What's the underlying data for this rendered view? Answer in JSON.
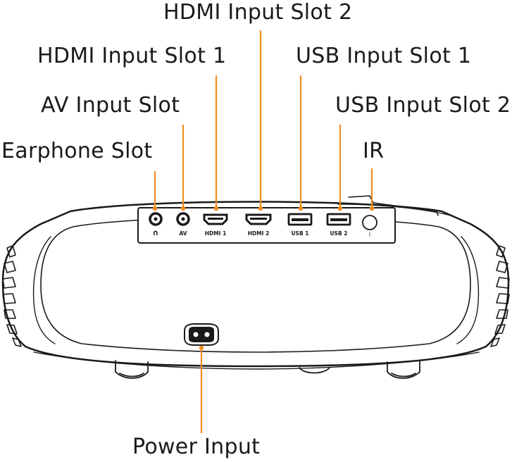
{
  "labels": {
    "hdmi2": "HDMI Input Slot 2",
    "hdmi1": "HDMI Input Slot 1",
    "usb1": "USB Input Slot 1",
    "av": "AV Input Slot",
    "usb2": "USB Input Slot 2",
    "earphone": "Earphone Slot",
    "ir": "IR",
    "power": "Power Input"
  },
  "port_marks": {
    "earphone": "∩",
    "av": "AV",
    "hdmi1": "HDMI 1",
    "hdmi2": "HDMI 2",
    "usb1": "USB 1",
    "usb2": "USB 2",
    "ir": "I"
  },
  "colors": {
    "leader": "#f08c1e",
    "outline": "#1a1a1a",
    "body": "#ffffff"
  }
}
